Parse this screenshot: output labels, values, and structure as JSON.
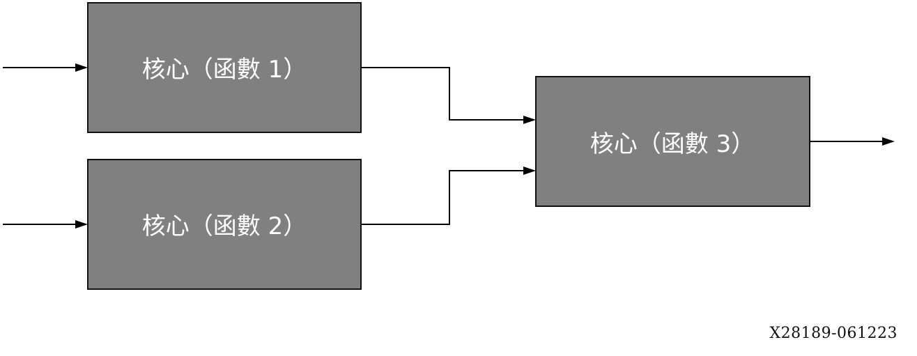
{
  "nodes": {
    "kernel1": {
      "label": "核心（函數 1）"
    },
    "kernel2": {
      "label": "核心（函數 2）"
    },
    "kernel3": {
      "label": "核心（函數 3）"
    }
  },
  "edges": [
    {
      "from": "input-1",
      "to": "kernel1"
    },
    {
      "from": "input-2",
      "to": "kernel2"
    },
    {
      "from": "kernel1",
      "to": "kernel3"
    },
    {
      "from": "kernel2",
      "to": "kernel3"
    },
    {
      "from": "kernel3",
      "to": "output"
    }
  ],
  "colors": {
    "box_fill": "#808080",
    "box_text": "#ffffff",
    "line": "#000000"
  },
  "figure_id": "X28189-061223"
}
